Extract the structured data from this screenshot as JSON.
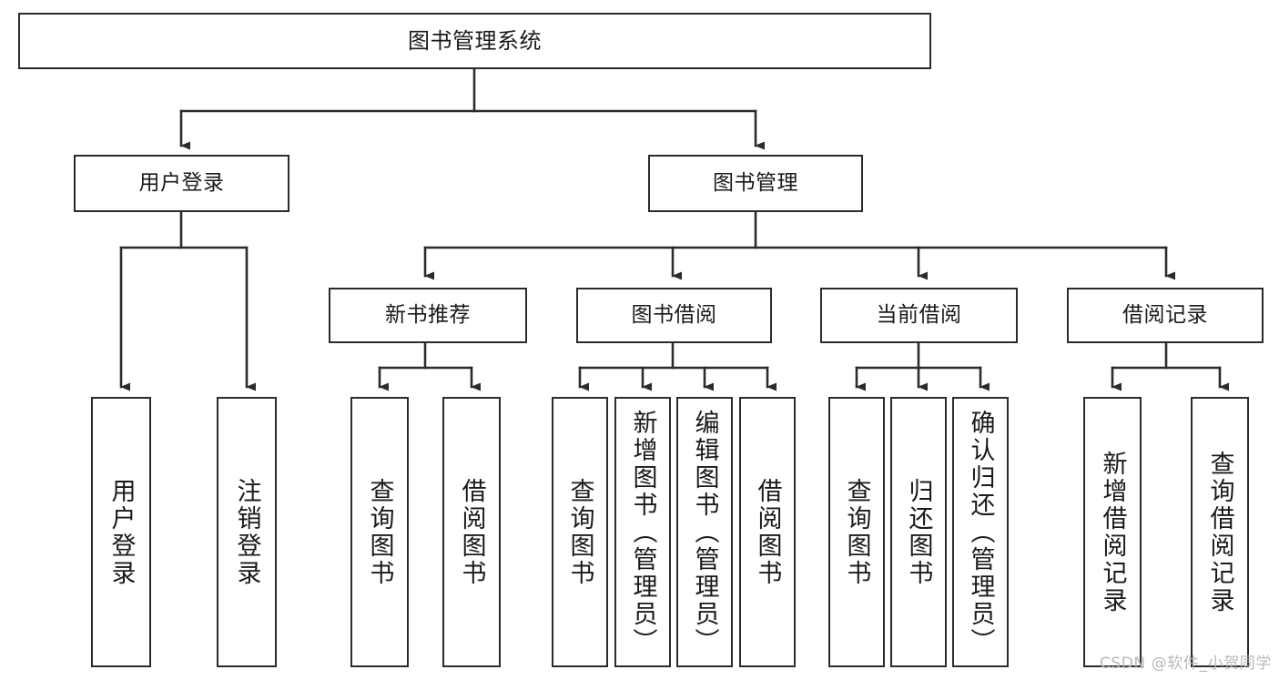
{
  "diagram": {
    "title": "图书管理系统",
    "type": "tree-hierarchy-chart",
    "watermark": "CSDN @软件_小贺同学",
    "colors": {
      "box_border": "#2b2b2b",
      "box_fill": "#ffffff",
      "connector": "#2b2b2b",
      "text": "#1a1a1a",
      "watermark": "#b9b9b9"
    }
  },
  "nodes": {
    "root": {
      "label": "图书管理系统"
    },
    "level2": [
      {
        "label": "用户登录"
      },
      {
        "label": "图书管理"
      }
    ],
    "level3": [
      {
        "label": "新书推荐"
      },
      {
        "label": "图书借阅"
      },
      {
        "label": "当前借阅"
      },
      {
        "label": "借阅记录"
      }
    ],
    "leaves": {
      "user_login": [
        {
          "label": "用户登录"
        },
        {
          "label": "注销登录"
        }
      ],
      "new_book_recommend": [
        {
          "label": "查询图书"
        },
        {
          "label": "借阅图书"
        }
      ],
      "book_borrow": [
        {
          "label": "查询图书"
        },
        {
          "label": "新增图书（管理员）"
        },
        {
          "label": "编辑图书（管理员）"
        },
        {
          "label": "借阅图书"
        }
      ],
      "current_borrow": [
        {
          "label": "查询图书"
        },
        {
          "label": "归还图书"
        },
        {
          "label": "确认归还（管理员）"
        }
      ],
      "borrow_record": [
        {
          "label": "新增借阅记录"
        },
        {
          "label": "查询借阅记录"
        }
      ]
    }
  }
}
